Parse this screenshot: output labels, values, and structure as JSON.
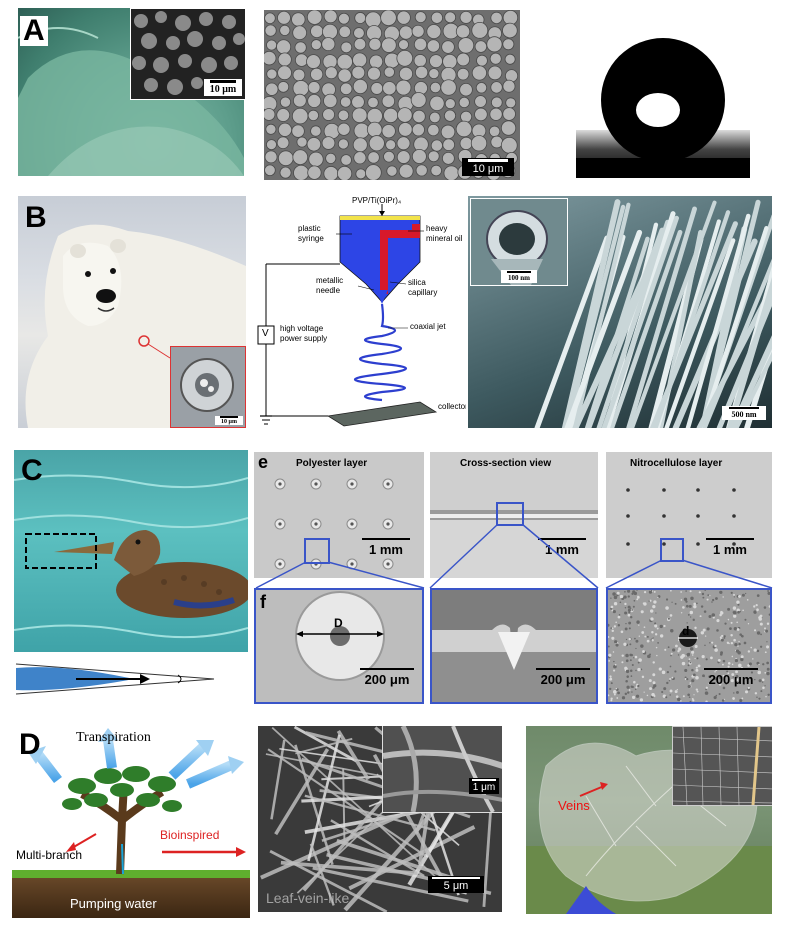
{
  "panels": {
    "A": {
      "letter": "A",
      "inset_scale": "10 μm",
      "sem_scale": "10 μm"
    },
    "B": {
      "letter": "B",
      "bear_inset_scale": "10 μm",
      "diagram": {
        "solution": "PVP/Ti(OiPr)₄",
        "syringe": "plastic syringe",
        "oil": "heavy mineral oil",
        "needle": "metallic needle",
        "capillary": "silica capillary",
        "voltage_symbol": "V",
        "supply": "high voltage power supply",
        "jet": "coaxial jet",
        "collector": "collector"
      },
      "tube_inset_scale": "100 nm",
      "fiber_scale": "500 nm"
    },
    "C": {
      "letter": "C",
      "sub_e": "e",
      "sub_f": "f",
      "titles": [
        "Polyester layer",
        "Cross-section view",
        "Nitrocellulose layer"
      ],
      "top_scales": [
        "1 mm",
        "1 mm",
        "1 mm"
      ],
      "bottom_scales": [
        "200 μm",
        "200 μm",
        "200 μm"
      ],
      "dim_D": "D",
      "dim_d": "d"
    },
    "D": {
      "letter": "D",
      "transpiration": "Transpiration",
      "multibranch": "Multi-branch",
      "bioinspired": "Bioinspired",
      "pumping": "Pumping water",
      "watermark": "Leaf-vein-like",
      "inset_scale": "1 μm",
      "sem_scale": "5 μm",
      "veins": "Veins"
    }
  }
}
